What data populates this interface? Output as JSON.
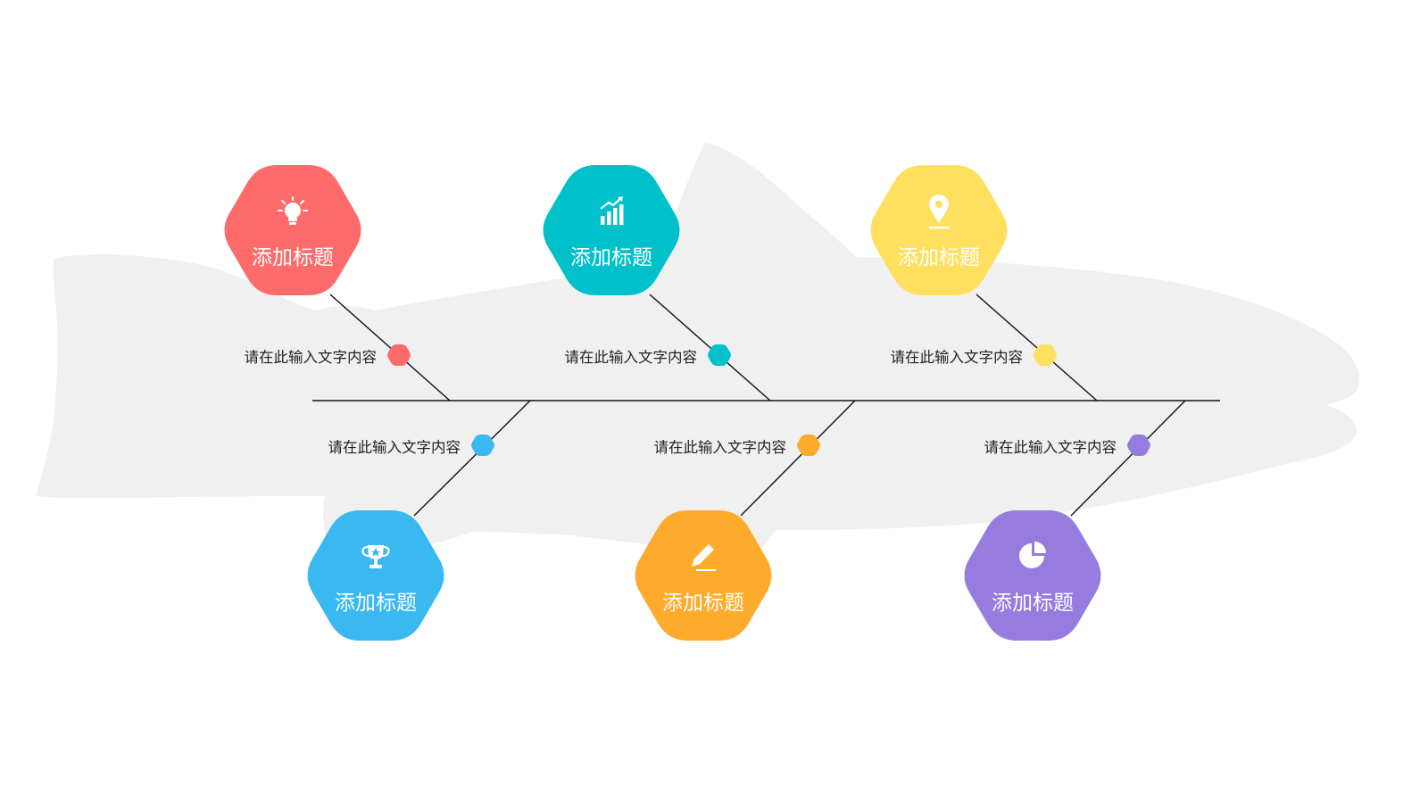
{
  "slide": {
    "background": "#ffffff",
    "fish_color": "#f0f0f0",
    "line_color": "#111111"
  },
  "branches": [
    {
      "title": "添加标题",
      "text": "请在此输入文字内容",
      "color": "#fe6b6b",
      "icon": "lightbulb-icon"
    },
    {
      "title": "添加标题",
      "text": "请在此输入文字内容",
      "color": "#00c0c9",
      "icon": "bar-chart-icon"
    },
    {
      "title": "添加标题",
      "text": "请在此输入文字内容",
      "color": "#fedf5e",
      "icon": "location-pin-icon"
    },
    {
      "title": "添加标题",
      "text": "请在此输入文字内容",
      "color": "#3ab9f1",
      "icon": "trophy-icon"
    },
    {
      "title": "添加标题",
      "text": "请在此输入文字内容",
      "color": "#fdab2c",
      "icon": "pencil-icon"
    },
    {
      "title": "添加标题",
      "text": "请在此输入文字内容",
      "color": "#957cde",
      "icon": "pie-chart-icon"
    }
  ]
}
